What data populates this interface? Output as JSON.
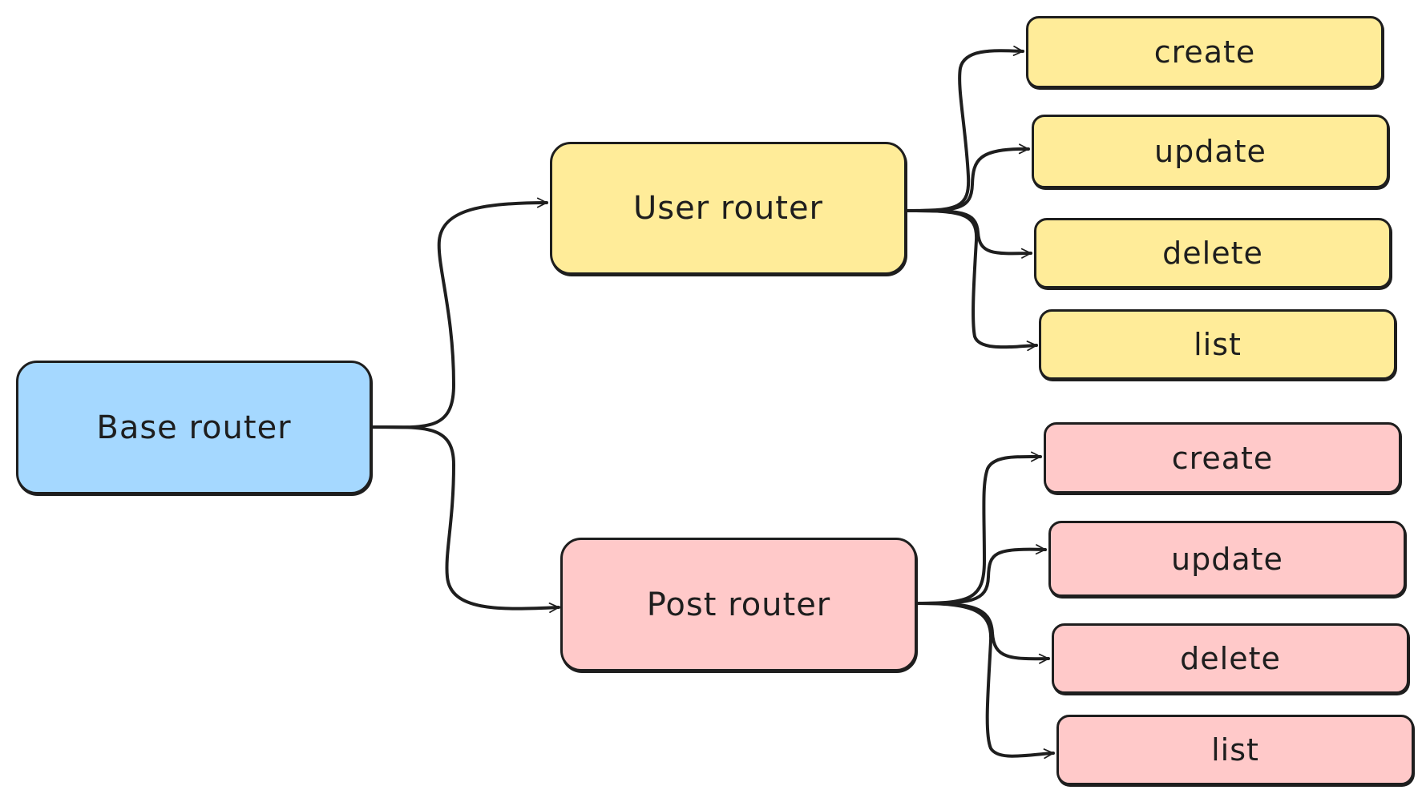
{
  "diagram": {
    "nodes": {
      "base": {
        "label": "Base router",
        "color": "#a5d8ff"
      },
      "user": {
        "label": "User router",
        "color": "#ffec99"
      },
      "post": {
        "label": "Post router",
        "color": "#ffc9c9"
      }
    },
    "user_routes": [
      {
        "label": "create"
      },
      {
        "label": "update"
      },
      {
        "label": "delete"
      },
      {
        "label": "list"
      }
    ],
    "post_routes": [
      {
        "label": "create"
      },
      {
        "label": "update"
      },
      {
        "label": "delete"
      },
      {
        "label": "list"
      }
    ],
    "edges": [
      {
        "from": "Base router",
        "to": "User router"
      },
      {
        "from": "Base router",
        "to": "Post router"
      },
      {
        "from": "User router",
        "to": "create"
      },
      {
        "from": "User router",
        "to": "update"
      },
      {
        "from": "User router",
        "to": "delete"
      },
      {
        "from": "User router",
        "to": "list"
      },
      {
        "from": "Post router",
        "to": "create"
      },
      {
        "from": "Post router",
        "to": "update"
      },
      {
        "from": "Post router",
        "to": "delete"
      },
      {
        "from": "Post router",
        "to": "list"
      }
    ],
    "stroke_color": "#1e1e1e"
  }
}
